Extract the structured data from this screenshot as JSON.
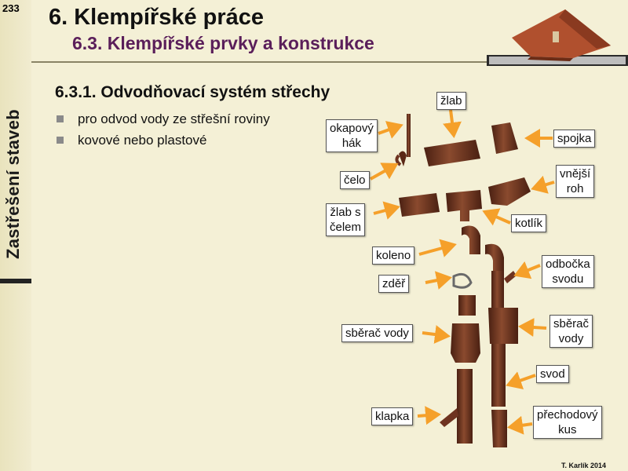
{
  "page_number": "233",
  "sidebar_title": "Zastřešení staveb",
  "header": {
    "title": "6. Klempířské práce",
    "subtitle": "6.3. Klempířské prvky a konstrukce"
  },
  "section": {
    "title": "6.3.1. Odvodňovací systém střechy",
    "bullets": [
      "pro odvod vody ze střešní roviny",
      "kovové nebo plastové"
    ]
  },
  "labels": {
    "zlab": "žlab",
    "okapovy_hak_1": "okapový",
    "okapovy_hak_2": "hák",
    "spojka": "spojka",
    "celo": "čelo",
    "vnejsi_roh_1": "vnější",
    "vnejsi_roh_2": "roh",
    "zlab_s_celem_1": "žlab s",
    "zlab_s_celem_2": "čelem",
    "kotlik": "kotlík",
    "koleno": "koleno",
    "odbocka_1": "odbočka",
    "odbocka_2": "svodu",
    "zder": "zděř",
    "sberac_vody_left": "sběrač vody",
    "sberac_vody_right_1": "sběrač",
    "sberac_vody_right_2": "vody",
    "svod": "svod",
    "klapka": "klapka",
    "prechodovy_kus_1": "přechodový",
    "prechodovy_kus_2": "kus"
  },
  "credit": "T. Karlík 2014",
  "colors": {
    "arrow": "#f5a02a",
    "product": "#6e3320",
    "heading_accent": "#5a1e5a",
    "background": "#f4f0d6"
  }
}
